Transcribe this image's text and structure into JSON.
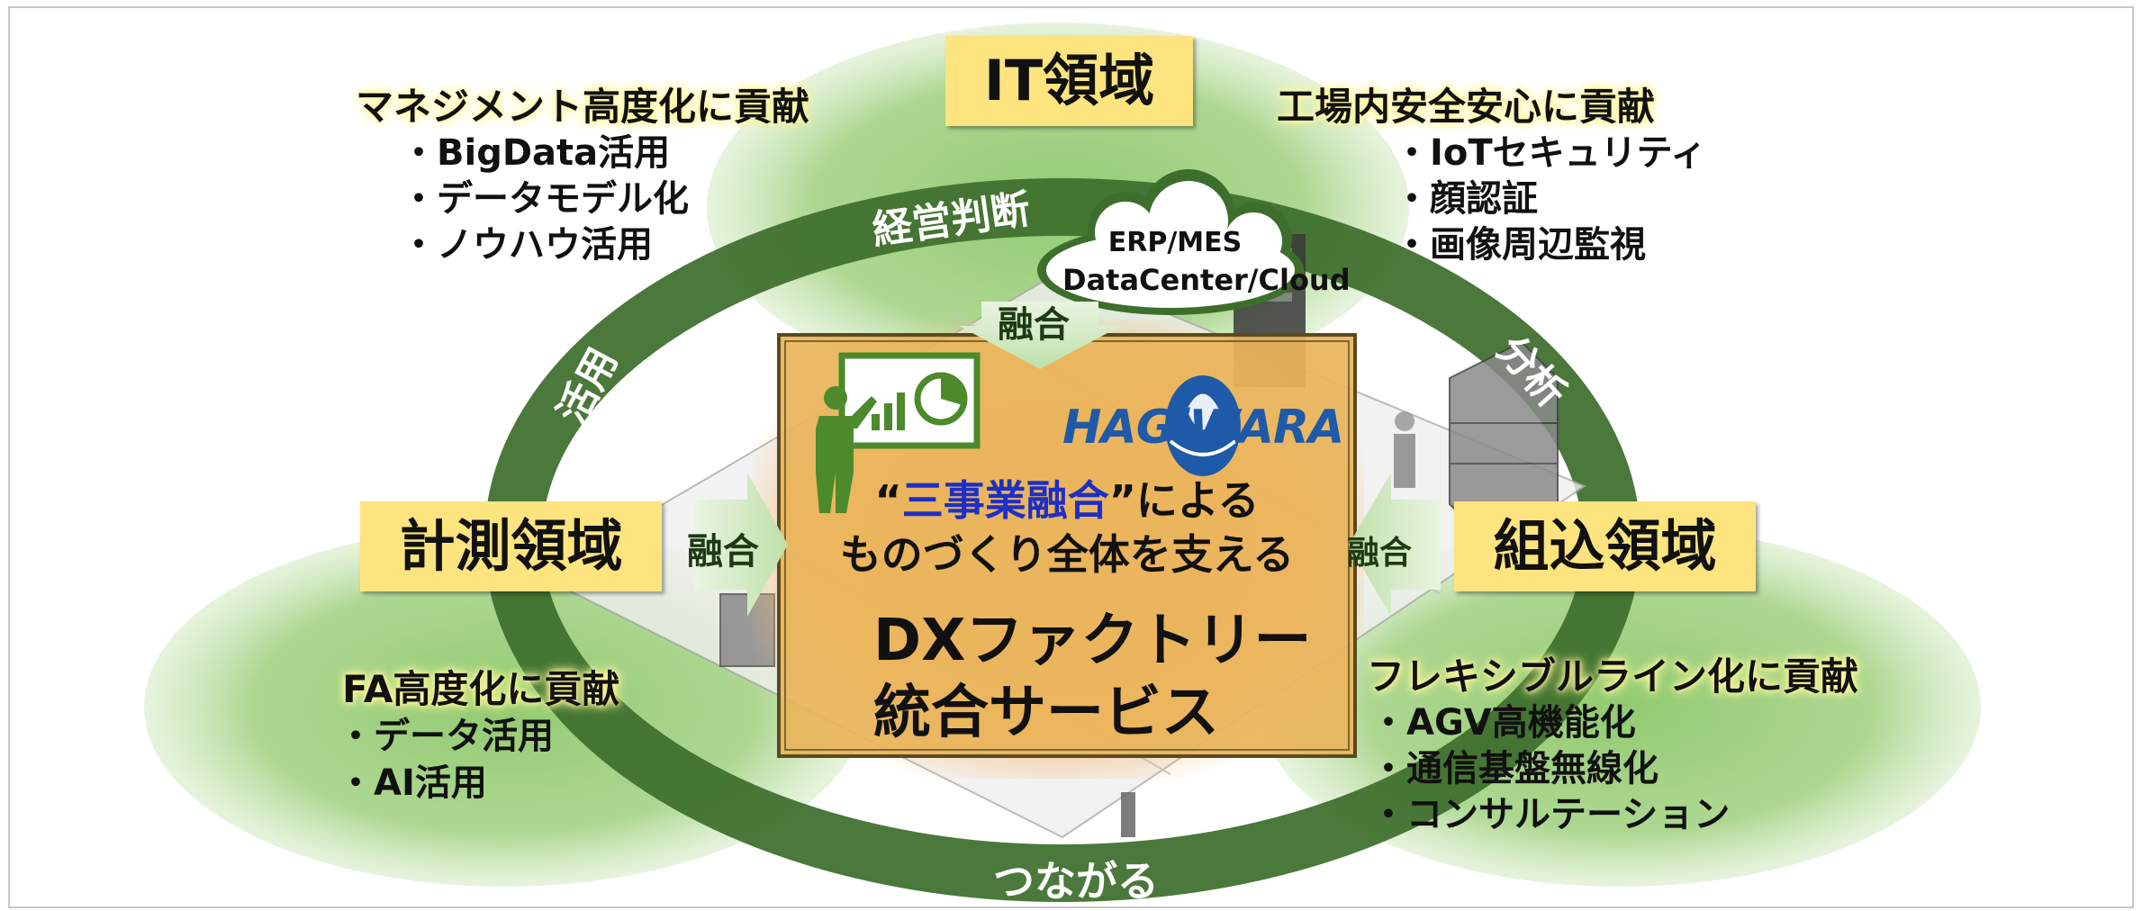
{
  "domains": {
    "it": "IT領域",
    "measurement": "計測領域",
    "embedded": "組込領域"
  },
  "sections": {
    "management": {
      "heading": "マネジメント高度化に貢献",
      "items": [
        "BigData活用",
        "データモデル化",
        "ノウハウ活用"
      ]
    },
    "factory_safety": {
      "heading": "工場内安全安心に貢献",
      "items": [
        "IoTセキュリティ",
        "顔認証",
        "画像周辺監視"
      ]
    },
    "fa": {
      "heading": "FA高度化に貢献",
      "items": [
        "データ活用",
        "AI活用"
      ]
    },
    "flexible_line": {
      "heading": "フレキシブルライン化に貢献",
      "items": [
        "AGV高機能化",
        "通信基盤無線化",
        "コンサルテーション"
      ]
    }
  },
  "ring_labels": {
    "top": "経営判断",
    "left": "活用",
    "right": "分析",
    "bottom": "つながる"
  },
  "fusion_label": "融合",
  "cloud": {
    "line1": "ERP/MES",
    "line2": "DataCenter/Cloud"
  },
  "logo_text": "HAGiWARA",
  "center": {
    "quote_open": "“",
    "highlight": "三事業融合",
    "quote_close": "”",
    "suffix": "による",
    "line2": "ものづくり全体を支える",
    "title_line1": "DXファクトリー",
    "title_line2": "統合サービス"
  },
  "colors": {
    "ring": "#3d6e2c",
    "ellipse": "#9fd07e",
    "tag": "#fde47f",
    "center_box": "#e9b45a",
    "highlight_text": "#1d2fc4",
    "logo": "#1e5aa8"
  }
}
